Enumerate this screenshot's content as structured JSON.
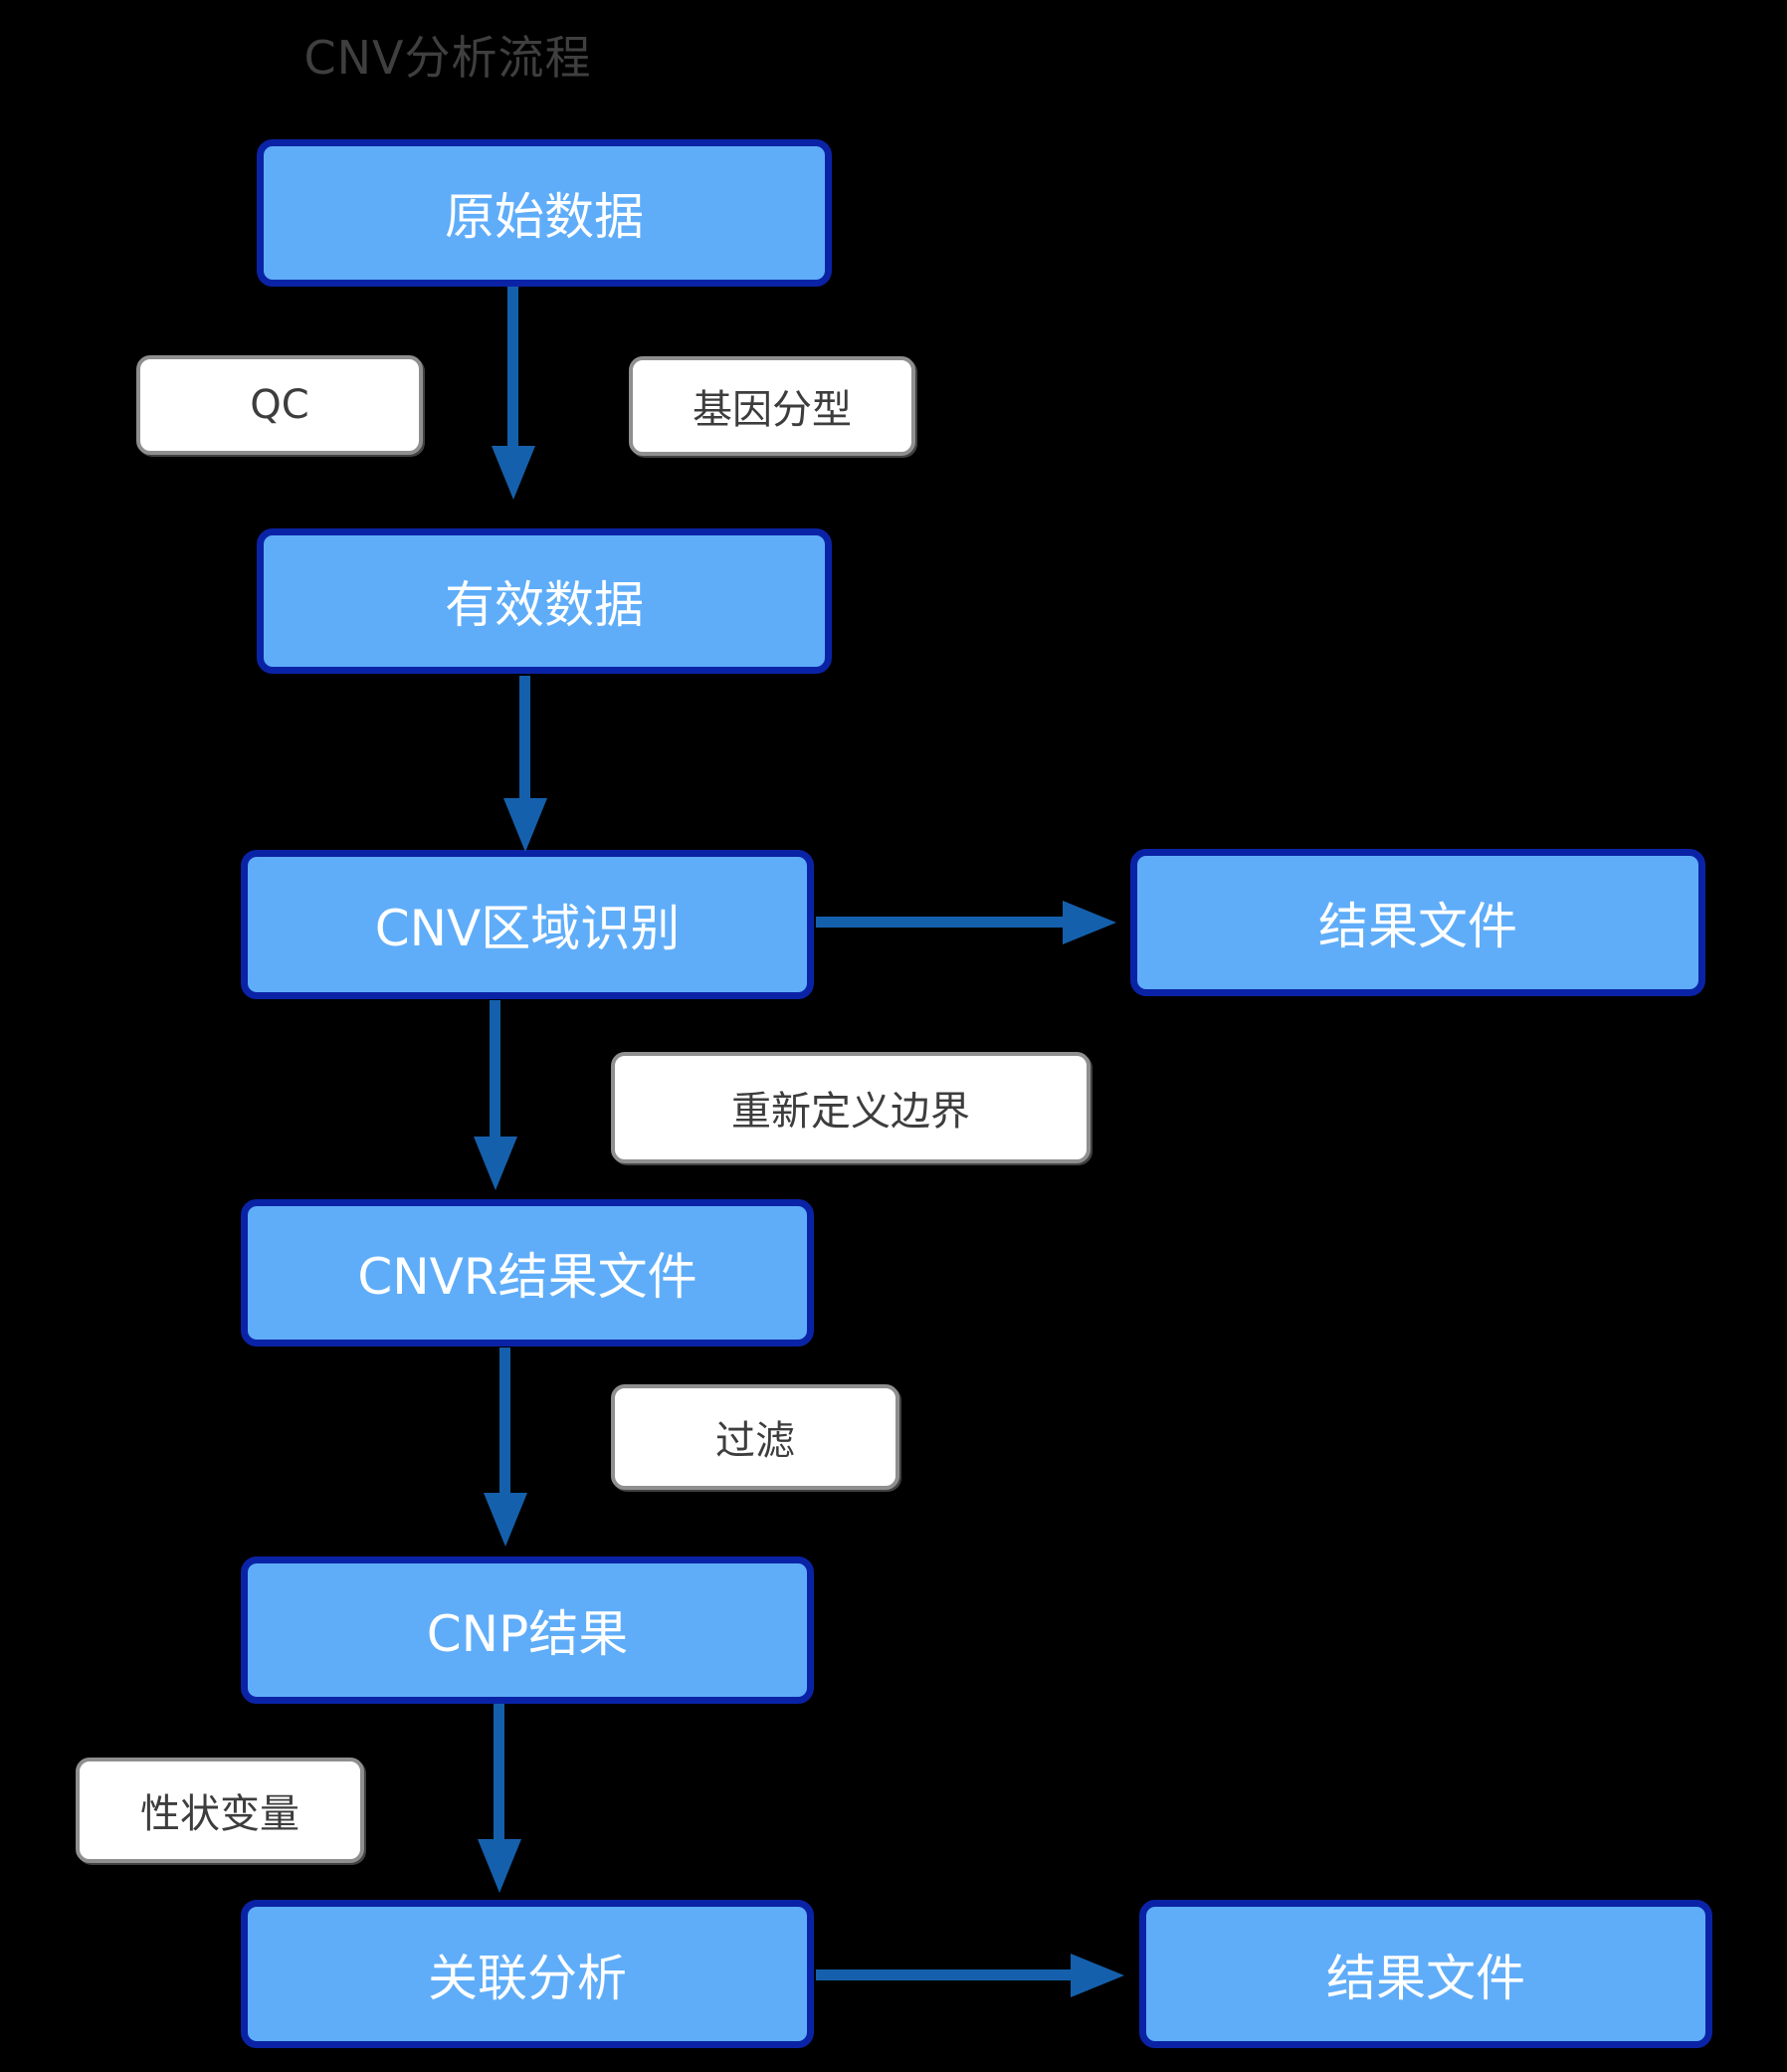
{
  "title": "CNV分析流程",
  "nodes": {
    "raw_data": {
      "label": "原始数据"
    },
    "valid_data": {
      "label": "有效数据"
    },
    "cnv_region_identification": {
      "label": "CNV区域识别"
    },
    "result_file_top": {
      "label": "结果文件"
    },
    "cnvr_result_file": {
      "label": "CNVR结果文件"
    },
    "cnp_result": {
      "label": "CNP结果"
    },
    "association_analysis": {
      "label": "关联分析"
    },
    "result_file_bottom": {
      "label": "结果文件"
    }
  },
  "edge_labels": {
    "qc": {
      "label": "QC"
    },
    "genotyping": {
      "label": "基因分型"
    },
    "redefine_boundary": {
      "label": "重新定义边界"
    },
    "filter": {
      "label": "过滤"
    },
    "trait_variable": {
      "label": "性状变量"
    }
  },
  "colors": {
    "background": "#000000",
    "node_fill": "#5fadf9",
    "node_border": "#0a23a6",
    "node_text": "#ffffff",
    "label_fill": "#ffffff",
    "label_border": "#8f8f8f",
    "label_text": "#3d3d3d",
    "arrow": "#1560ac",
    "title_text": "#3f3f3f"
  }
}
